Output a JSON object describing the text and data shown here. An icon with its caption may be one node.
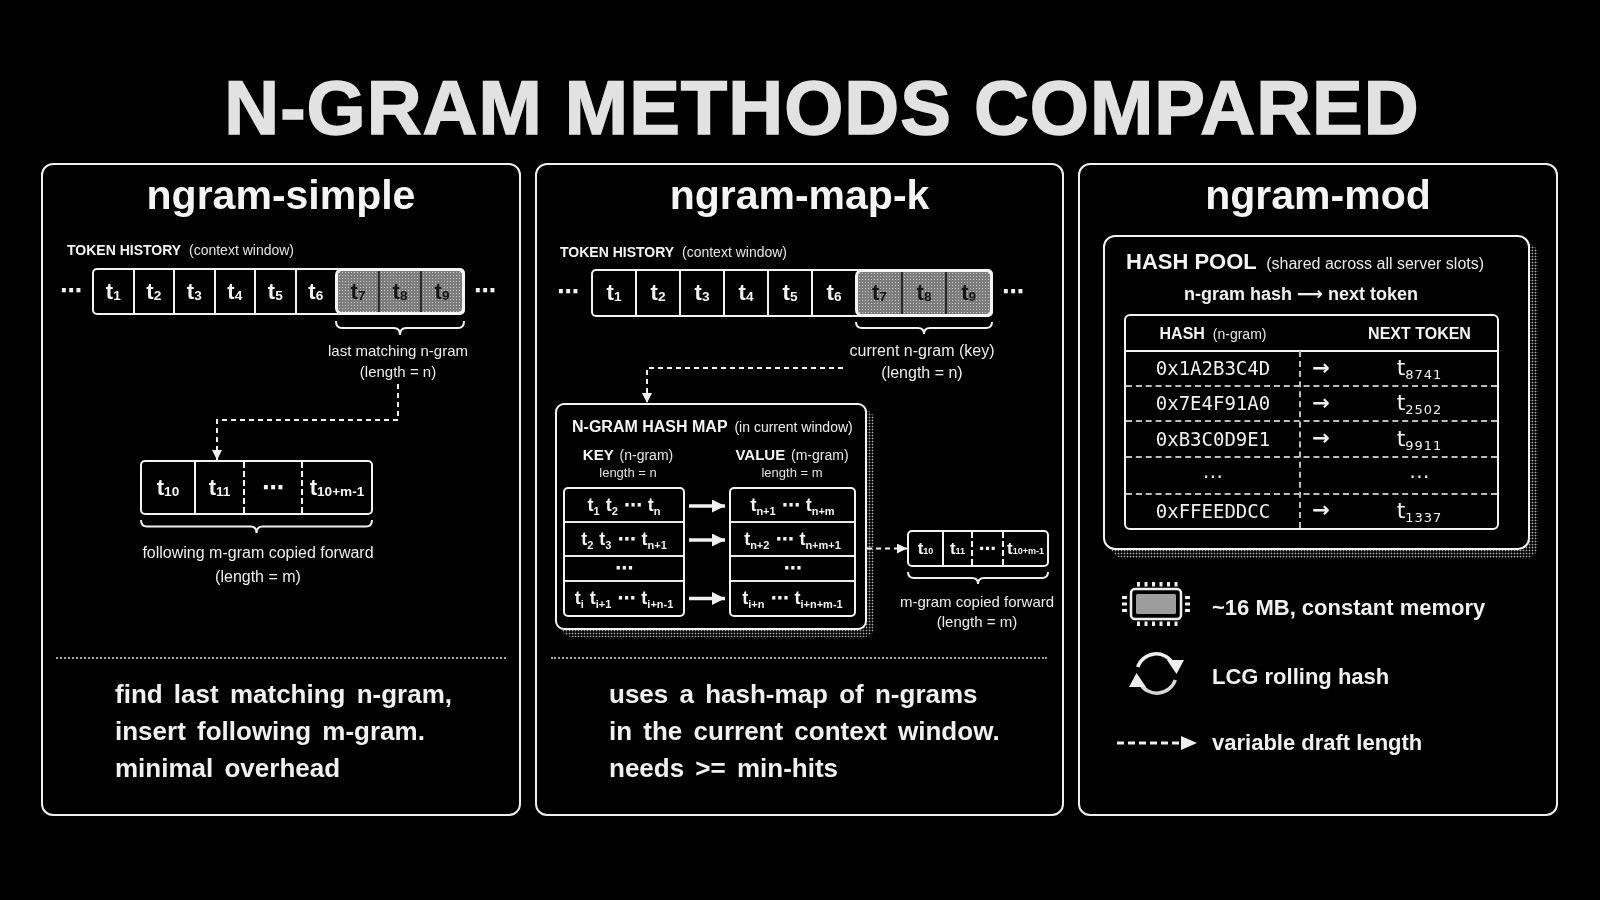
{
  "diagram": {
    "title": "N-GRAM METHODS COMPARED",
    "nodes": [
      {
        "text": [
          "ngram-simple",
          "find last matching n-gram, insert following m-gram. minimal overhead"
        ]
      },
      {
        "text": [
          "t$_{1}$",
          "t$_{2}$",
          "t$_{3}$",
          "t$_{4}$",
          "t$_{5}$",
          "t$_{6}$"
        ],
        "beside": [
          "⋯",
          "⋯"
        ],
        "in": 0
      },
      {
        "text": [
          "t$_{7}$",
          "t$_{8}$",
          "t$_{9}$"
        ],
        "in": 1
      },
      {
        "text": [
          "last matching n-gram (length = n)"
        ],
        "in": 0
      },
      {
        "text": [
          "t$_{10}$",
          "t$_{11}$",
          "⋯",
          "t$_{10+m-1}$"
        ],
        "beside": [
          "following m-gram copied forward (length = m)"
        ],
        "in": 0
      },
      {
        "text": [
          "ngram-map-k",
          "uses a hash-map of n-grams in the current context window. needs >= min-hits"
        ]
      },
      {
        "text": [
          "t$_{1}$",
          "t$_{2}$",
          "t$_{3}$",
          "t$_{4}$",
          "t$_{5}$",
          "t$_{6}$"
        ],
        "beside": [
          "⋯",
          "⋯"
        ],
        "in": 5
      },
      {
        "text": [
          "t$_{7}$",
          "t$_{8}$",
          "t$_{9}$"
        ],
        "in": 6
      },
      {
        "text": [
          "current n-gram (key) (length = n)"
        ],
        "in": 5
      },
      {
        "text": [
          "**N-GRAM HASH MAP** (in current window)",
          "**KEY** (n-gram)",
          "length = n",
          "**VALUE** (m-gram)",
          "length = m"
        ],
        "in": 5
      },
      {
        "text": [],
        "shape": "box",
        "in": 9
      },
      {
        "text": [
          "t$_{1}$ t$_{2}$ ⋯ t$_{n}$"
        ],
        "in": 10
      },
      {
        "text": [
          "t$_{2}$ t$_{3}$ ⋯ t$_{n+1}$"
        ],
        "in": 10
      },
      {
        "text": [
          "⋯"
        ],
        "in": 10
      },
      {
        "text": [
          "t$_{i}$ t$_{i+1}$ ⋯ t$_{i+n-1}$"
        ],
        "in": 10
      },
      {
        "text": [],
        "shape": "box",
        "in": 9
      },
      {
        "text": [
          "t$_{n+1}$ ⋯ t$_{n+m}$"
        ],
        "in": 15
      },
      {
        "text": [
          "t$_{n+2}$ ⋯ t$_{n+m+1}$"
        ],
        "in": 15
      },
      {
        "text": [
          "⋯"
        ],
        "in": 15
      },
      {
        "text": [
          "t$_{i+n}$ ⋯ t$_{i+n+m-1}$"
        ],
        "in": 15
      },
      {
        "text": [
          "t$_{10}$",
          "t$_{11}$",
          "⋯",
          "t$_{10+m-1}$"
        ],
        "beside": [
          "m-gram copied forward (length = m)"
        ],
        "in": 5
      },
      {
        "text": [
          "ngram-mod"
        ]
      },
      {
        "text": [
          "**HASH POOL** (shared across all server slots)",
          "n-gram hash ⟶ next token"
        ],
        "in": 21
      }
    ],
    "edges": [
      {
        "from": 3,
        "to": 4,
        "arrow": "to",
        "style": "dashed"
      },
      {
        "from": 8,
        "to": 9,
        "arrow": "to",
        "style": "dashed"
      },
      {
        "from": 9,
        "to": 20,
        "arrow": "to",
        "style": "dashed"
      },
      {
        "from": 11,
        "to": 16,
        "arrow": "to"
      },
      {
        "from": 12,
        "to": 17,
        "arrow": "to"
      },
      {
        "from": 14,
        "to": 19,
        "arrow": "to"
      }
    ],
    "labels": [
      "**TOKEN HISTORY** (context window)",
      "**TOKEN HISTORY** (context window)",
      "**HASH** (n-gram)",
      "NEXT TOKEN",
      "0x1A2B3C4D",
      "→",
      "t$_{8741}$",
      "0x7E4F91A0",
      "→",
      "t$_{2502}$",
      "0xB3C0D9E1",
      "→",
      "t$_{9911}$",
      "⋯",
      "⋯",
      "0xFFEEDDCC",
      "→",
      "t$_{1337}$",
      "~16 MB, constant memory",
      "LCG rolling hash"
    ],
    "legend": [
      {
        "text": "variable draft length"
      }
    ]
  }
}
